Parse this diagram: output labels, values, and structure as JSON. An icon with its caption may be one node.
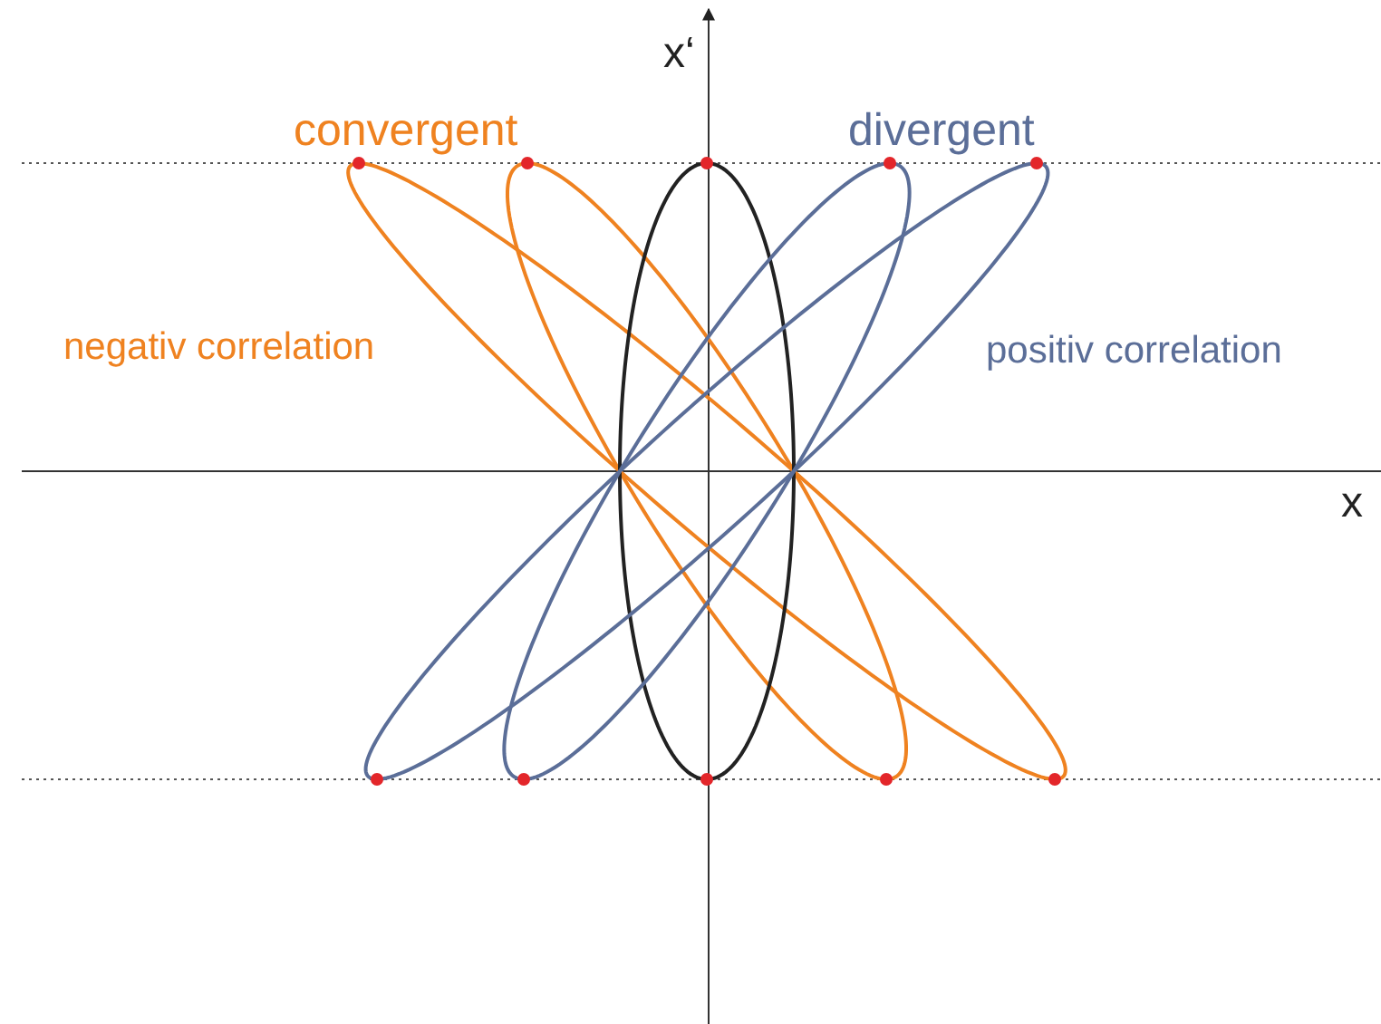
{
  "diagram": {
    "labels": [
      "x‘",
      "convergent",
      "divergent",
      "negativ correlation",
      "positiv correlation",
      "x"
    ]
  }
}
